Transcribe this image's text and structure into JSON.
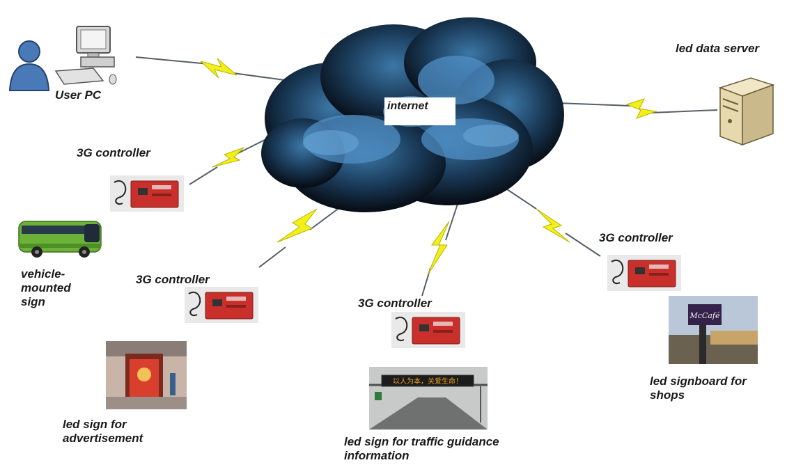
{
  "cloud": {
    "label": "internet"
  },
  "nodes": {
    "user_pc": {
      "label": "User PC"
    },
    "server": {
      "label": "led data server"
    },
    "controller_1": {
      "label": "3G controller"
    },
    "controller_2": {
      "label": "3G controller"
    },
    "controller_3": {
      "label": "3G controller"
    },
    "controller_4": {
      "label": "3G controller"
    },
    "vehicle_sign": {
      "label": "vehicle-mounted sign"
    },
    "advert_sign": {
      "label": "led sign for advertisement"
    },
    "traffic_sign": {
      "label": "led sign for traffic guidance information",
      "display_text": "以人为本，关爱生命！"
    },
    "shop_sign": {
      "label": "led signboard for shops",
      "brand_text": "McCafé"
    }
  }
}
